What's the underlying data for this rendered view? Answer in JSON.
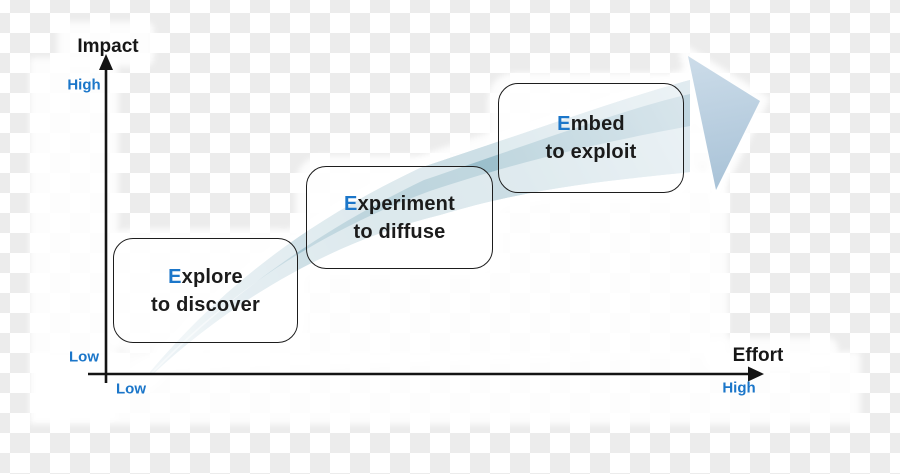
{
  "diagram": {
    "y_axis": {
      "title": "Impact",
      "high_label": "High",
      "low_label": "Low"
    },
    "x_axis": {
      "title": "Effort",
      "high_label": "High",
      "low_label": "Low"
    },
    "stages": [
      {
        "lead": "E",
        "line1_rest": "xplore",
        "line2": "to discover"
      },
      {
        "lead": "E",
        "line1_rest": "xperiment",
        "line2": "to diffuse"
      },
      {
        "lead": "E",
        "line1_rest": "mbed",
        "line2": "to exploit"
      }
    ],
    "colors": {
      "accent_blue": "#1b76c9",
      "text_black": "#1b1b1b",
      "axis_black": "#141414",
      "arrow_teal_dark": "#94bac8",
      "arrow_teal_light": "#c4d8e2",
      "arrowhead_blue": "#aec6da",
      "checker_gray": "#ececec"
    }
  }
}
